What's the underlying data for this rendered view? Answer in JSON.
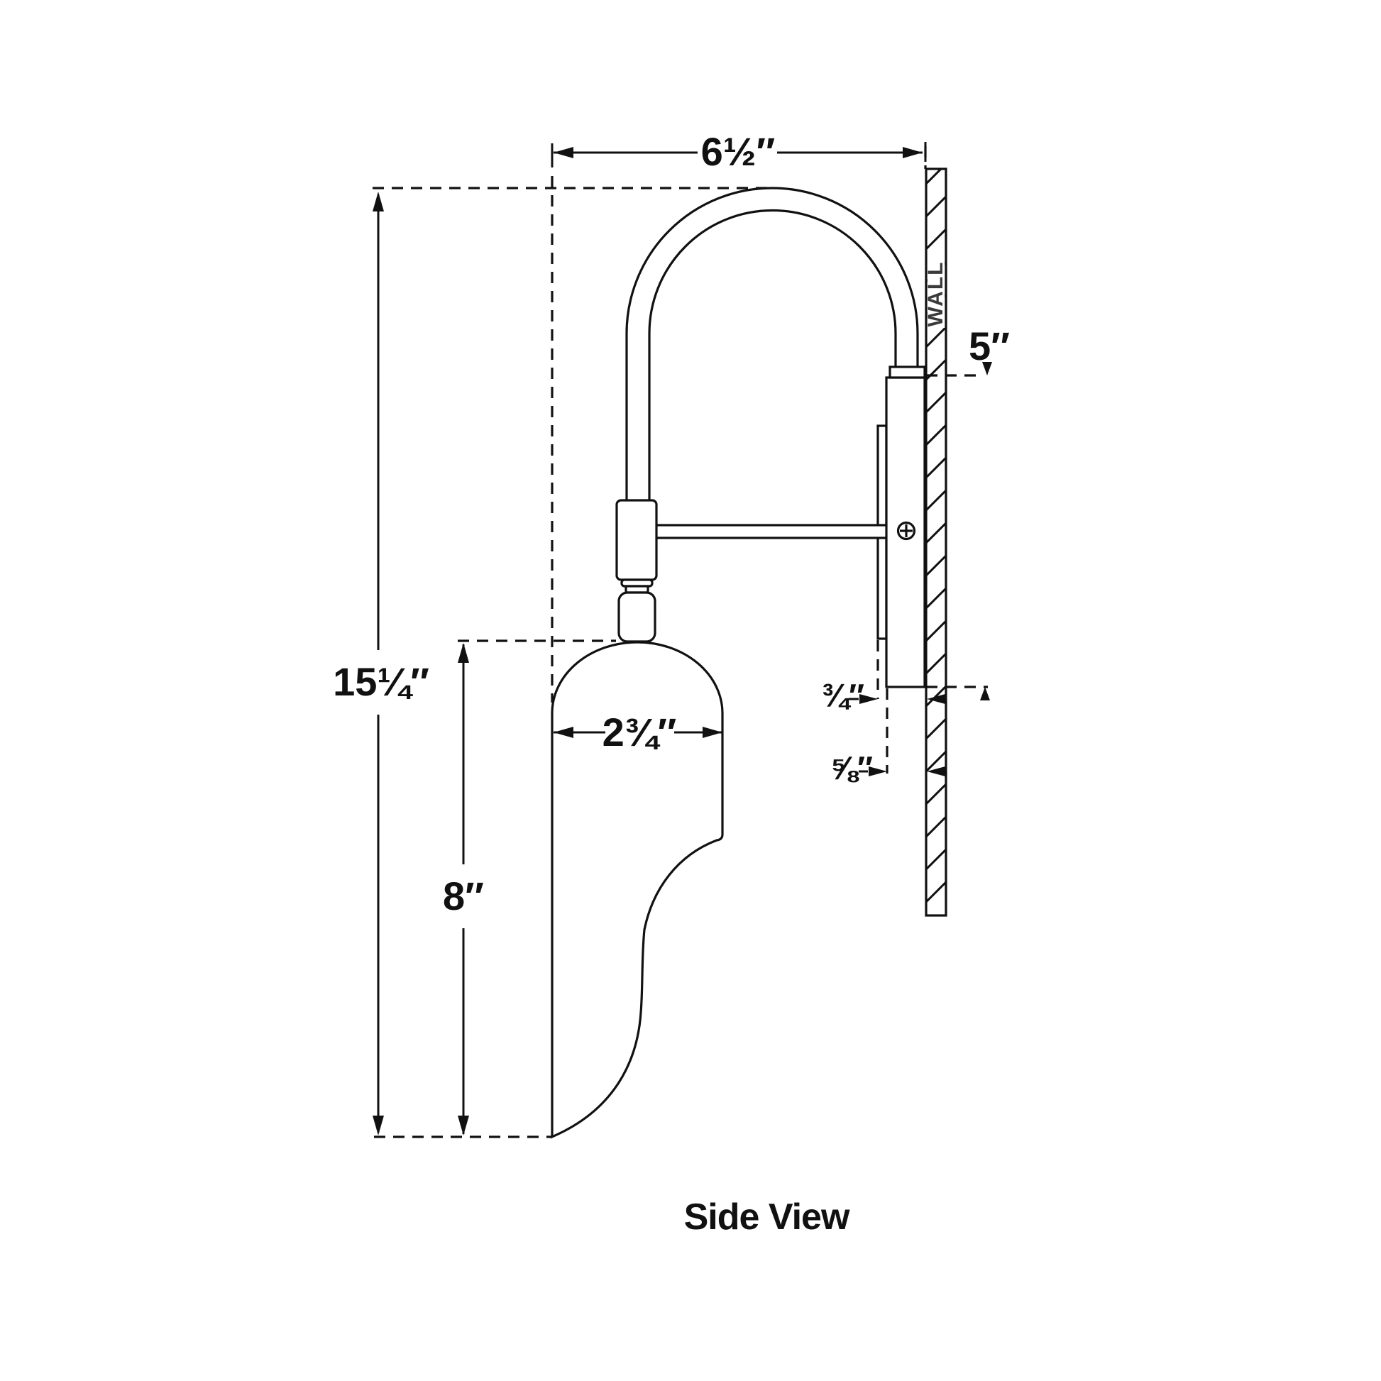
{
  "page": {
    "title": "Side View",
    "background": "#ffffff",
    "line_color": "#111111"
  },
  "wall": {
    "label": "WALL",
    "label_color": "#3a3a3a"
  },
  "dimensions": {
    "projection_width": "6½″",
    "overall_height": "15¼″",
    "backplate_height": "5″",
    "shade_width": "2¾″",
    "shade_height": "8″",
    "backplate_depth": "¾″",
    "canopy_inset": "⅝″"
  }
}
